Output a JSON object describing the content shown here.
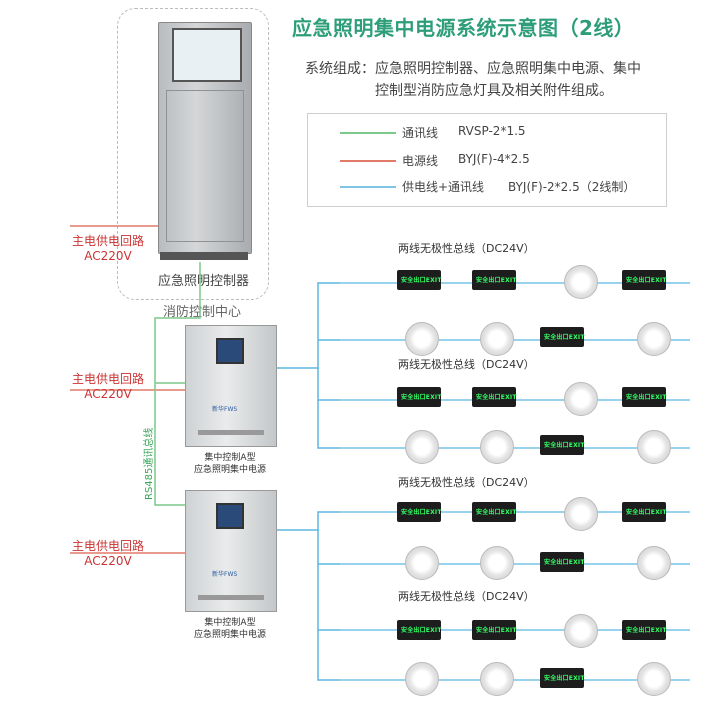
{
  "title": "应急照明集中电源系统示意图（2线）",
  "composition": {
    "line1": "系统组成：应急照明控制器、应急照明集中电源、集中",
    "line2": "控制型消防应急灯具及相关附件组成。"
  },
  "legend": [
    {
      "label": "通讯线",
      "spec": "RVSP-2*1.5",
      "color": "#7cc98c"
    },
    {
      "label": "电源线",
      "spec": "BYJ(F)-4*2.5",
      "color": "#e27a6a"
    },
    {
      "label": "供电线+通讯线",
      "spec": "BYJ(F)-2*2.5（2线制）",
      "color": "#7ec6e6"
    }
  ],
  "controller": {
    "label": "应急照明控制器",
    "center": "消防控制中心"
  },
  "mains": {
    "label": "主电供电回路",
    "voltage": "AC220V"
  },
  "rs485": "RS485通讯总线",
  "power_box": {
    "line1": "集中控制A型",
    "line2": "应急照明集中电源",
    "logo": "新华FWS"
  },
  "bus_label": "两线无极性总线（DC24V）",
  "exit_sign": {
    "text": "安全出口EXIT"
  },
  "colors": {
    "title": "#2e9e7a",
    "mains": "#cc3333",
    "bus": "#5bb7e0",
    "comm": "#7cc98c"
  }
}
